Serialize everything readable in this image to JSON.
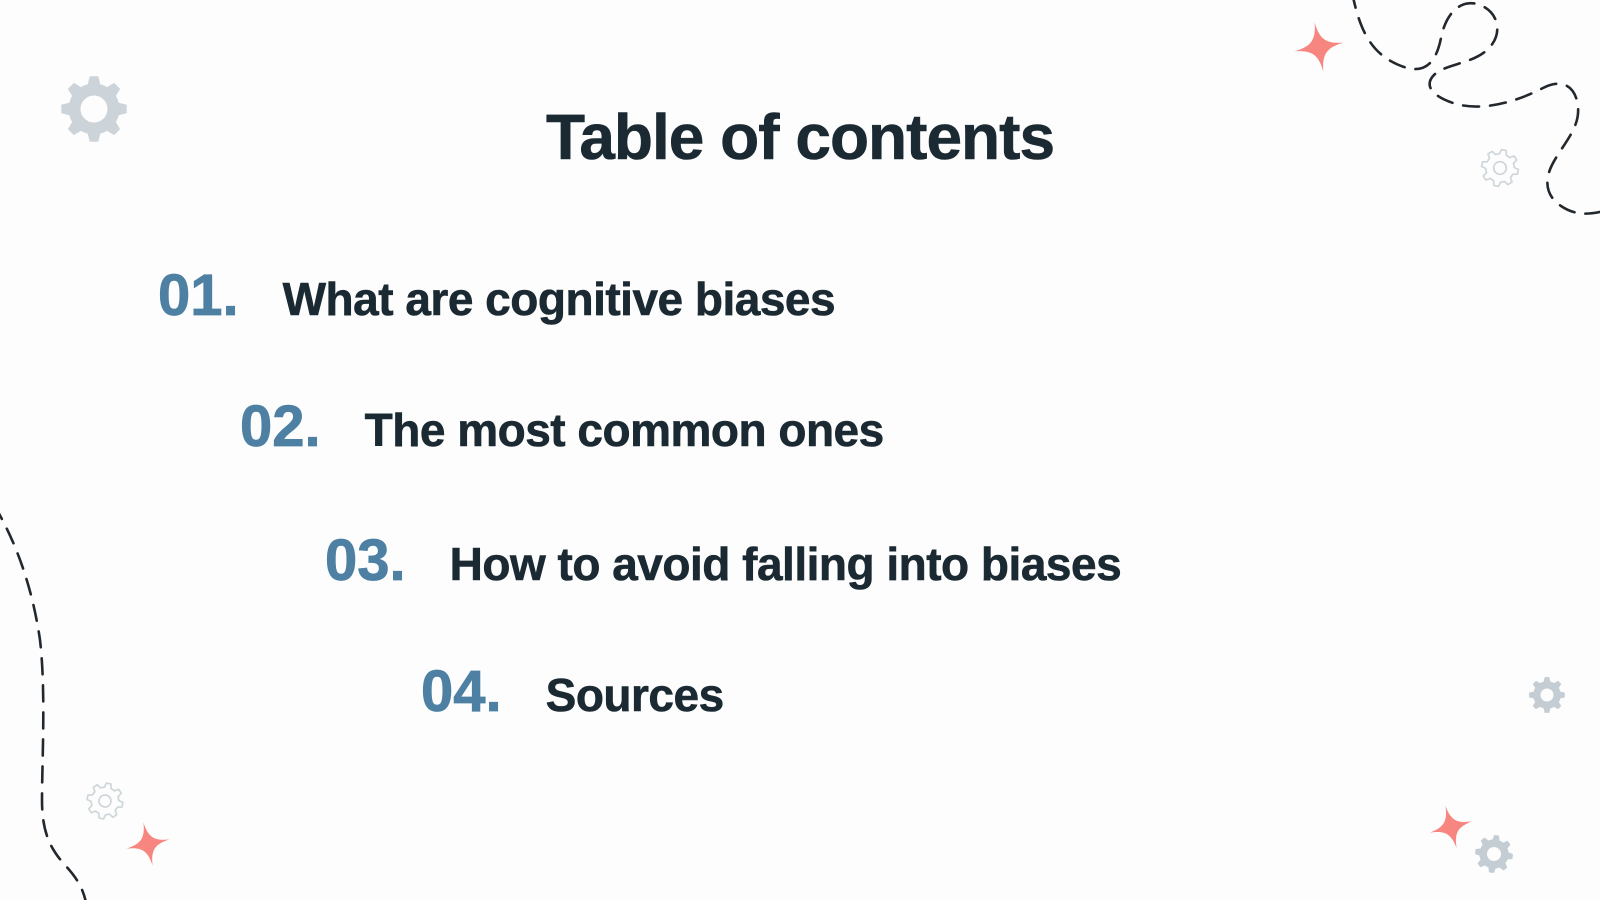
{
  "slide": {
    "title": "Table of contents",
    "items": [
      {
        "number": "01.",
        "label": "What are cognitive biases"
      },
      {
        "number": "02.",
        "label": "The most common ones"
      },
      {
        "number": "03.",
        "label": "How to avoid falling into biases"
      },
      {
        "number": "04.",
        "label": "Sources"
      }
    ]
  },
  "colors": {
    "background": "#fdfdfd",
    "heading_text": "#1b2a32",
    "number_accent": "#4d80a2",
    "sparkle_coral": "#f6867f",
    "gear_gray_solid": "#ccd4d9",
    "gear_gray_outline": "#cfd6da",
    "doodle_stroke": "#22282d"
  },
  "decorations": {
    "gear_icons": 5,
    "sparkle_icons": 3,
    "dashed_doodles": 2
  }
}
